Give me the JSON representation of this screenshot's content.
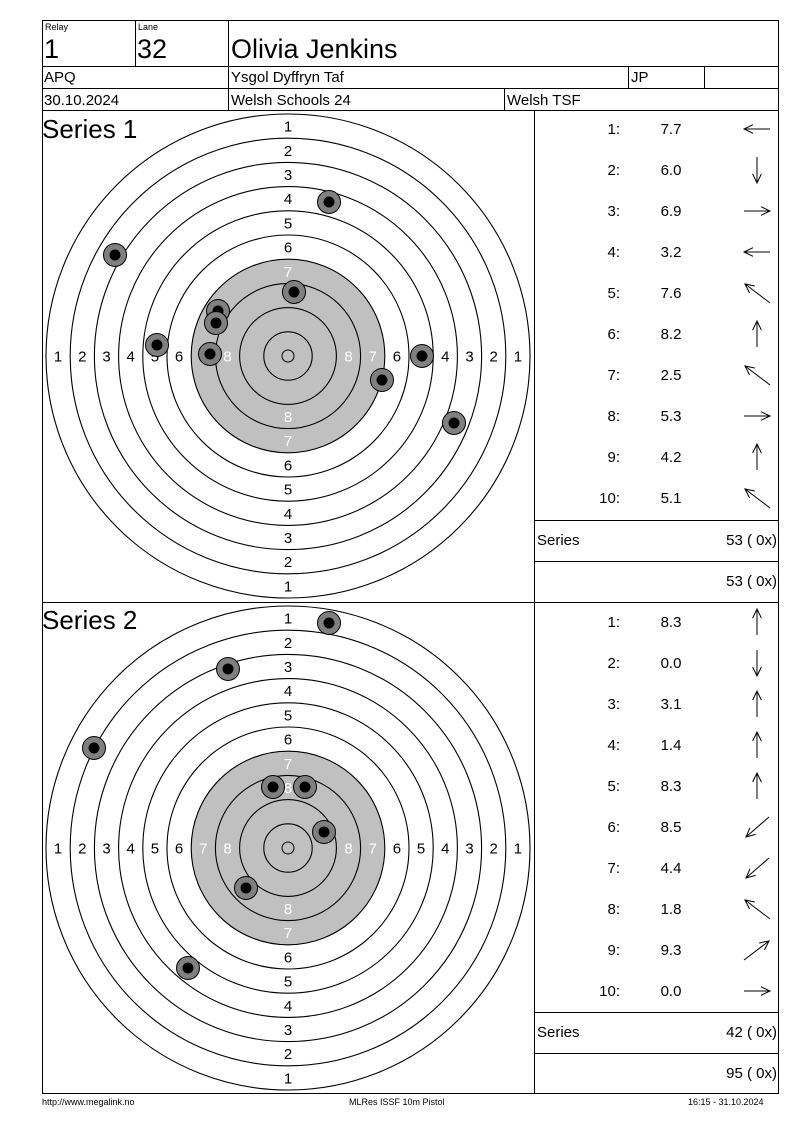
{
  "header": {
    "relay_label": "Relay",
    "relay": "1",
    "lane_label": "Lane",
    "lane": "32",
    "shooter": "Olivia Jenkins",
    "class": "APQ",
    "club": "Ysgol Dyffryn Taf",
    "category": "JP",
    "extra": "",
    "date": "30.10.2024",
    "event": "Welsh Schools 24",
    "organizer": "Welsh TSF"
  },
  "series": [
    {
      "title": "Series 1",
      "ring_labels": [
        "1",
        "2",
        "3",
        "4",
        "5",
        "6",
        "7",
        "8"
      ],
      "shots": [
        {
          "n": "1:",
          "value": "7.7",
          "dir": "left-arrow-icon"
        },
        {
          "n": "2:",
          "value": "6.0",
          "dir": "down-arrow-icon"
        },
        {
          "n": "3:",
          "value": "6.9",
          "dir": "right-arrow-icon"
        },
        {
          "n": "4:",
          "value": "3.2",
          "dir": "left-arrow-icon"
        },
        {
          "n": "5:",
          "value": "7.6",
          "dir": "up-left-arrow-icon"
        },
        {
          "n": "6:",
          "value": "8.2",
          "dir": "up-arrow-icon"
        },
        {
          "n": "7:",
          "value": "2.5",
          "dir": "up-left-arrow-icon"
        },
        {
          "n": "8:",
          "value": "5.3",
          "dir": "right-arrow-icon"
        },
        {
          "n": "9:",
          "value": "4.2",
          "dir": "up-arrow-icon"
        },
        {
          "n": "10:",
          "value": "5.1",
          "dir": "up-left-arrow-icon"
        }
      ],
      "series_label": "Series",
      "series_total": "53 ( 0x)",
      "running_total": "53 ( 0x)"
    },
    {
      "title": "Series 2",
      "ring_labels": [
        "1",
        "2",
        "3",
        "4",
        "5",
        "6",
        "7",
        "8"
      ],
      "shots": [
        {
          "n": "1:",
          "value": "8.3",
          "dir": "up-arrow-icon"
        },
        {
          "n": "2:",
          "value": "0.0",
          "dir": "down-arrow-icon"
        },
        {
          "n": "3:",
          "value": "3.1",
          "dir": "up-arrow-icon"
        },
        {
          "n": "4:",
          "value": "1.4",
          "dir": "up-arrow-icon"
        },
        {
          "n": "5:",
          "value": "8.3",
          "dir": "up-arrow-icon"
        },
        {
          "n": "6:",
          "value": "8.5",
          "dir": "down-left-arrow-icon"
        },
        {
          "n": "7:",
          "value": "4.4",
          "dir": "down-left-arrow-icon"
        },
        {
          "n": "8:",
          "value": "1.8",
          "dir": "up-left-arrow-icon"
        },
        {
          "n": "9:",
          "value": "9.3",
          "dir": "up-right-arrow-icon"
        },
        {
          "n": "10:",
          "value": "0.0",
          "dir": "right-arrow-icon"
        }
      ],
      "series_label": "Series",
      "series_total": "42 ( 0x)",
      "running_total": "95 ( 0x)"
    }
  ],
  "footer": {
    "url": "http://www.megalink.no",
    "app": "MLRes ISSF 10m Pistol",
    "printed": "16:15 - 31.10.2024"
  },
  "colors": {
    "black_area": "#c0c0c0",
    "shot_outer": "#808080",
    "shot_inner": "#000000"
  }
}
